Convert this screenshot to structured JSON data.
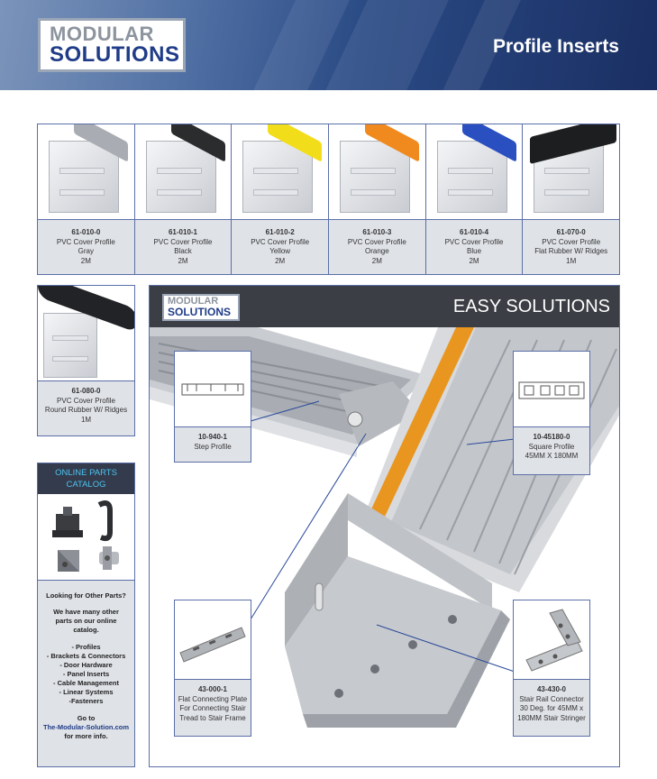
{
  "header": {
    "logo_line1": "MODULAR",
    "logo_line2": "SOLUTIONS",
    "title": "Profile Inserts"
  },
  "colors": {
    "brand_blue": "#1f3c88",
    "header_dark": "#1a2f63",
    "caption_bg": "#dfe2e7",
    "border": "#5b6fa8",
    "catalog_header": "#333b4c",
    "catalog_header_text": "#4ec3f0"
  },
  "products": [
    {
      "part": "61-010-0",
      "name": "PVC Cover Profile",
      "variant": "Gray",
      "length": "2M",
      "insert_color": "#a9adb3",
      "icon": "gray-insert-profile-icon"
    },
    {
      "part": "61-010-1",
      "name": "PVC Cover Profile",
      "variant": "Black",
      "length": "2M",
      "insert_color": "#2b2c2e",
      "icon": "black-insert-profile-icon"
    },
    {
      "part": "61-010-2",
      "name": "PVC Cover Profile",
      "variant": "Yellow",
      "length": "2M",
      "insert_color": "#f2dd1b",
      "icon": "yellow-insert-profile-icon"
    },
    {
      "part": "61-010-3",
      "name": "PVC Cover Profile",
      "variant": "Orange",
      "length": "2M",
      "insert_color": "#f08a1e",
      "icon": "orange-insert-profile-icon"
    },
    {
      "part": "61-010-4",
      "name": "PVC Cover Profile",
      "variant": "Blue",
      "length": "2M",
      "insert_color": "#2a4fc0",
      "icon": "blue-insert-profile-icon"
    },
    {
      "part": "61-070-0",
      "name": "PVC Cover Profile",
      "variant": "Flat Rubber W/ Ridges",
      "length": "1M",
      "insert_color": "#1d1e20",
      "icon": "flat-rubber-profile-icon"
    }
  ],
  "side_product": {
    "part": "61-080-0",
    "name": "PVC Cover Profile",
    "variant": "Round Rubber W/ Ridges",
    "length": "1M",
    "icon": "round-rubber-profile-icon"
  },
  "catalog": {
    "header": "ONLINE PARTS CATALOG",
    "icons": [
      "foot-mount-icon",
      "handle-icon",
      "bracket-icon",
      "connector-icon"
    ],
    "question": "Looking for Other Parts?",
    "intro": "We have many other parts on our online catalog.",
    "items": [
      "- Profiles",
      "- Brackets & Connectors",
      "- Door Hardware",
      "- Panel Inserts",
      "- Cable Management",
      "- Linear Systems",
      "-Fasteners"
    ],
    "go_to": "Go to",
    "url": "The-Modular-Solution.com",
    "more": "for more info."
  },
  "main_panel": {
    "logo_line1": "MODULAR",
    "logo_line2": "SOLUTIONS",
    "title": "EASY SOLUTIONS",
    "callouts": {
      "step": {
        "part": "10-940-1",
        "desc": "Step Profile"
      },
      "square": {
        "part": "10-45180-0",
        "line1": "Square Profile",
        "line2": "45MM X 180MM"
      },
      "plate": {
        "part": "43-000-1",
        "line1": "Flat Connecting Plate",
        "line2": "For Connecting Stair",
        "line3": "Tread to Stair Frame"
      },
      "rail": {
        "part": "43-430-0",
        "line1": "Stair Rail Connector",
        "line2": "30 Deg. for 45MM x",
        "line3": "180MM Stair Stringer"
      }
    }
  }
}
